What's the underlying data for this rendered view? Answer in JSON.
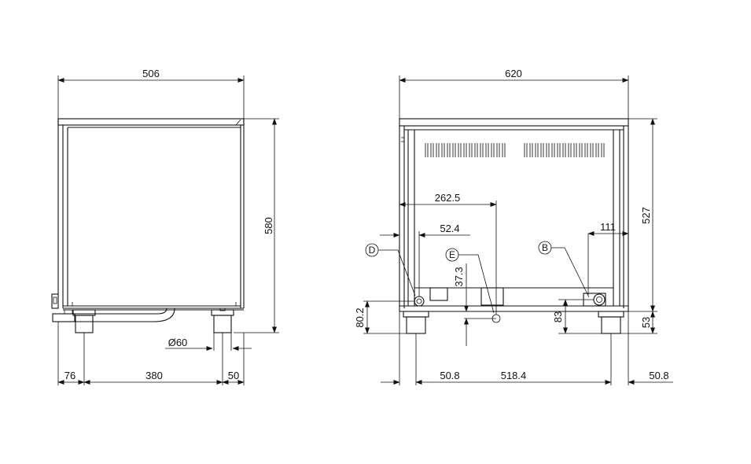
{
  "side_view": {
    "width_label": "506",
    "height_label": "580",
    "drain_diameter_label": "Ø60",
    "dim_76": "76",
    "dim_380": "380",
    "dim_50": "50"
  },
  "front_view": {
    "width_label": "620",
    "height_label": "527",
    "dim_262": "262.5",
    "dim_52": "52.4",
    "dim_37": "37.3",
    "dim_111": "111",
    "dim_80": "80.2",
    "dim_83": "83",
    "dim_53": "53",
    "dim_50_left": "50.8",
    "dim_518": "518.4",
    "dim_50_right": "50.8",
    "tag_d": "D",
    "tag_e": "E",
    "tag_b": "B"
  }
}
